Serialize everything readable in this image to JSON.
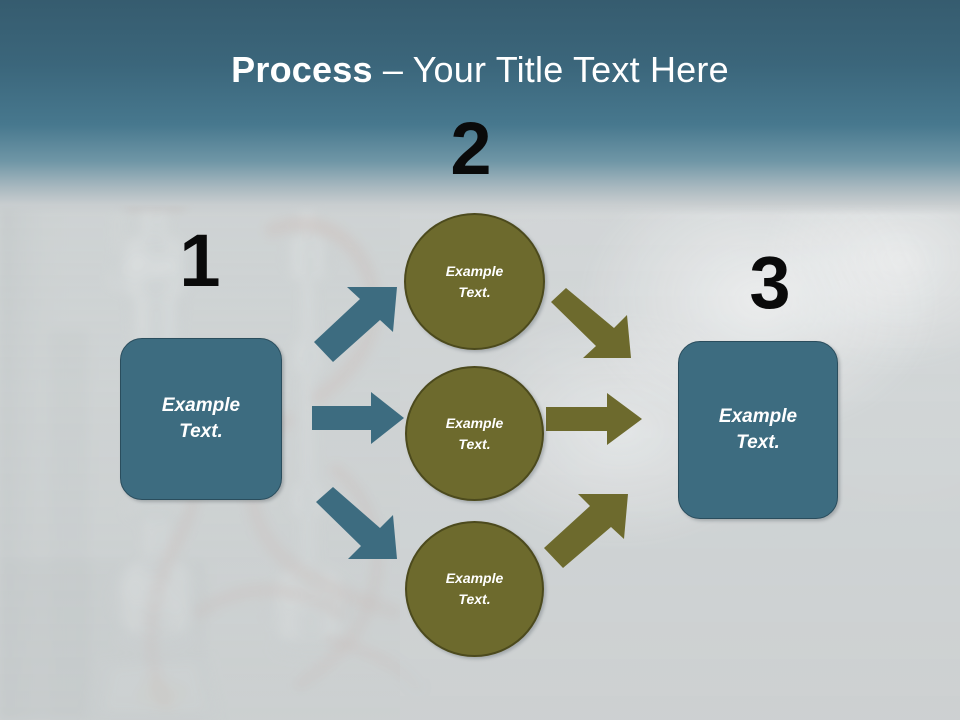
{
  "slide": {
    "title": {
      "bold_part": "Process",
      "light_part": " – Your Title Text Here",
      "full": "Process – Your Title Text Here"
    },
    "theme": {
      "header_top_color": "#365C6F",
      "header_mid_color": "#47788E",
      "body_background_color": "#CFD3D3",
      "box_fill_color": "#3D6C80",
      "box_border_color": "#2A4D5D",
      "circle_fill_color": "#6D6A2D",
      "circle_border_color": "#4C4A1D",
      "blue_arrow_color": "#3D6C80",
      "olive_arrow_color": "#6D6A2D",
      "number_color": "#0A0A0A",
      "shape_text_color": "#FFFFFF"
    },
    "steps": [
      {
        "number": "1",
        "label": "Example\nText."
      },
      {
        "number": "2",
        "label": "Example\nText."
      },
      {
        "number": "3",
        "label": "Example\nText."
      }
    ],
    "stage_one": {
      "number": "1",
      "box_label": "Example\nText."
    },
    "stage_two": {
      "number": "2",
      "circles": [
        {
          "label": "Example\nText."
        },
        {
          "label": "Example\nText."
        },
        {
          "label": "Example\nText."
        }
      ]
    },
    "stage_three": {
      "number": "3",
      "box_label": "Example\nText."
    },
    "arrows": {
      "blue": [
        {
          "name": "arrow-box-to-circle-top",
          "direction": "up-right"
        },
        {
          "name": "arrow-box-to-circle-mid",
          "direction": "right"
        },
        {
          "name": "arrow-box-to-circle-bottom",
          "direction": "down-right"
        }
      ],
      "olive": [
        {
          "name": "arrow-circle-top-to-box",
          "direction": "down-right"
        },
        {
          "name": "arrow-circle-mid-to-box",
          "direction": "right"
        },
        {
          "name": "arrow-circle-bottom-to-box",
          "direction": "up-right"
        }
      ]
    }
  }
}
